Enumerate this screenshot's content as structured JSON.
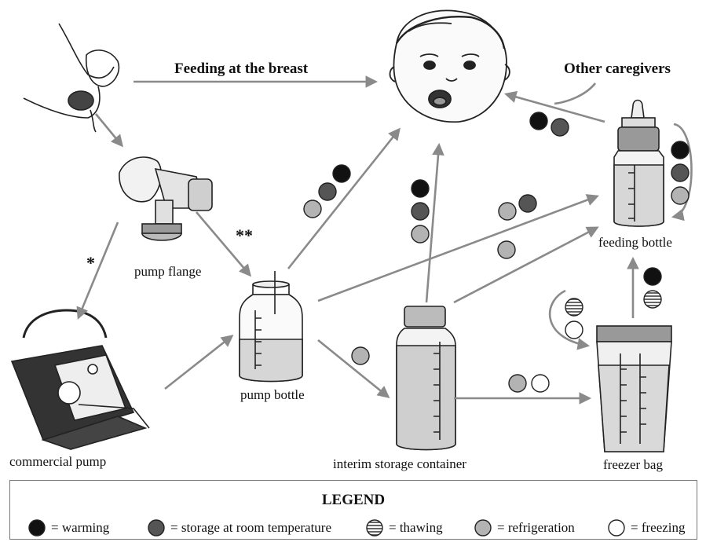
{
  "labels": {
    "feeding_at_breast": "Feeding at the breast",
    "other_caregivers": "Other caregivers",
    "pump_flange": "pump flange",
    "commercial_pump": "commercial pump",
    "pump_bottle": "pump bottle",
    "interim_storage": "interim storage container",
    "freezer_bag": "freezer bag",
    "feeding_bottle": "feeding bottle",
    "single_star": "*",
    "double_star": "**"
  },
  "legend": {
    "title": "LEGEND",
    "items": [
      {
        "key": "warming",
        "text": "= warming",
        "color": "#111111"
      },
      {
        "key": "room",
        "text": "= storage at room temperature",
        "color": "#555555"
      },
      {
        "key": "thawing",
        "text": "= thawing",
        "color": "striped"
      },
      {
        "key": "refrigeration",
        "text": "= refrigeration",
        "color": "#b3b3b3"
      },
      {
        "key": "freezing",
        "text": "= freezing",
        "color": "#ffffff"
      }
    ]
  },
  "colors": {
    "arrow": "#8a8a8a",
    "warming": "#111111",
    "room": "#555555",
    "refrigeration": "#b3b3b3",
    "freezing": "#ffffff"
  }
}
